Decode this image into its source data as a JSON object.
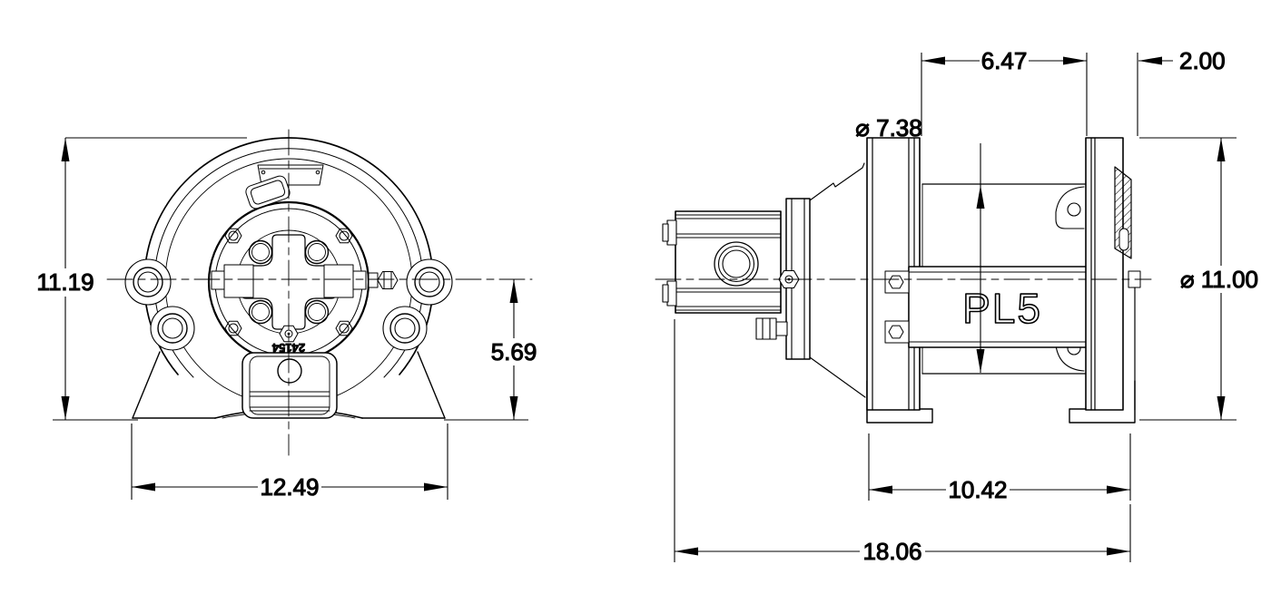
{
  "part_label": "PL5",
  "casting_number": "24154",
  "diameter_symbol": "⌀",
  "colors": {
    "line": "#000000",
    "background": "#ffffff",
    "text": "#0a0a0a"
  },
  "front_view": {
    "title": "front-view-of-winch",
    "dims": {
      "overall_height": "11.19",
      "centerline_to_base": "5.69",
      "base_width": "12.49"
    }
  },
  "side_view": {
    "title": "side-view-of-winch",
    "dims": {
      "drum_length": "6.47",
      "flange_width": "2.00",
      "drum_diameter": "⌀ 7.38",
      "flange_diameter": "⌀ 11.00",
      "frame_length": "10.42",
      "overall_length": "18.06"
    }
  }
}
